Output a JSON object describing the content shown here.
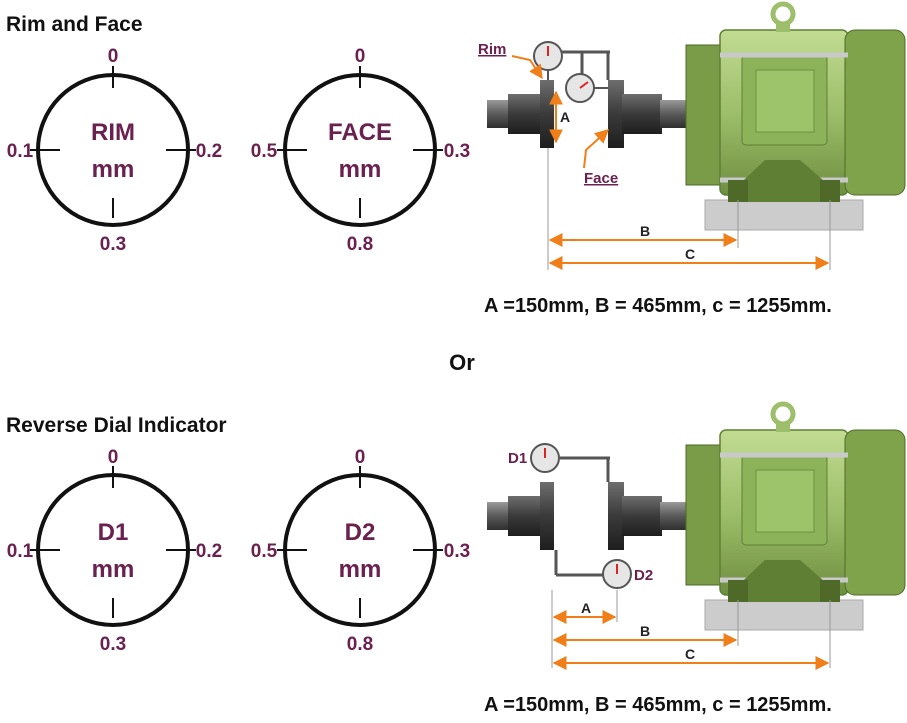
{
  "sections": {
    "rim_face": {
      "title": "Rim and Face",
      "rim_dial": {
        "label": "RIM",
        "unit": "mm",
        "top": "0",
        "left": "0.1",
        "right": "0.2",
        "bottom": "0.3"
      },
      "face_dial": {
        "label": "FACE",
        "unit": "mm",
        "top": "0",
        "left": "0.5",
        "right": "0.3",
        "bottom": "0.8"
      },
      "callouts": {
        "rim": "Rim",
        "face": "Face"
      },
      "dims": {
        "a": "A",
        "b": "B",
        "c": "C"
      },
      "formula": "A =150mm, B = 465mm, c = 1255mm."
    },
    "separator": "Or",
    "reverse": {
      "title": "Reverse Dial Indicator",
      "d1_dial": {
        "label": "D1",
        "unit": "mm",
        "top": "0",
        "left": "0.1",
        "right": "0.2",
        "bottom": "0.3"
      },
      "d2_dial": {
        "label": "D2",
        "unit": "mm",
        "top": "0",
        "left": "0.5",
        "right": "0.3",
        "bottom": "0.8"
      },
      "callouts": {
        "d1": "D1",
        "d2": "D2"
      },
      "dims": {
        "a": "A",
        "b": "B",
        "c": "C"
      },
      "formula": "A =150mm, B = 465mm, c = 1255mm."
    }
  },
  "colors": {
    "motor_green": "#9dbe6a",
    "motor_dark_green": "#5f7f35",
    "dimension_orange": "#f07f1a",
    "label_purple": "#6a2150",
    "shaft_gray": "#5a5a5a",
    "base_gray": "#cccccc"
  }
}
